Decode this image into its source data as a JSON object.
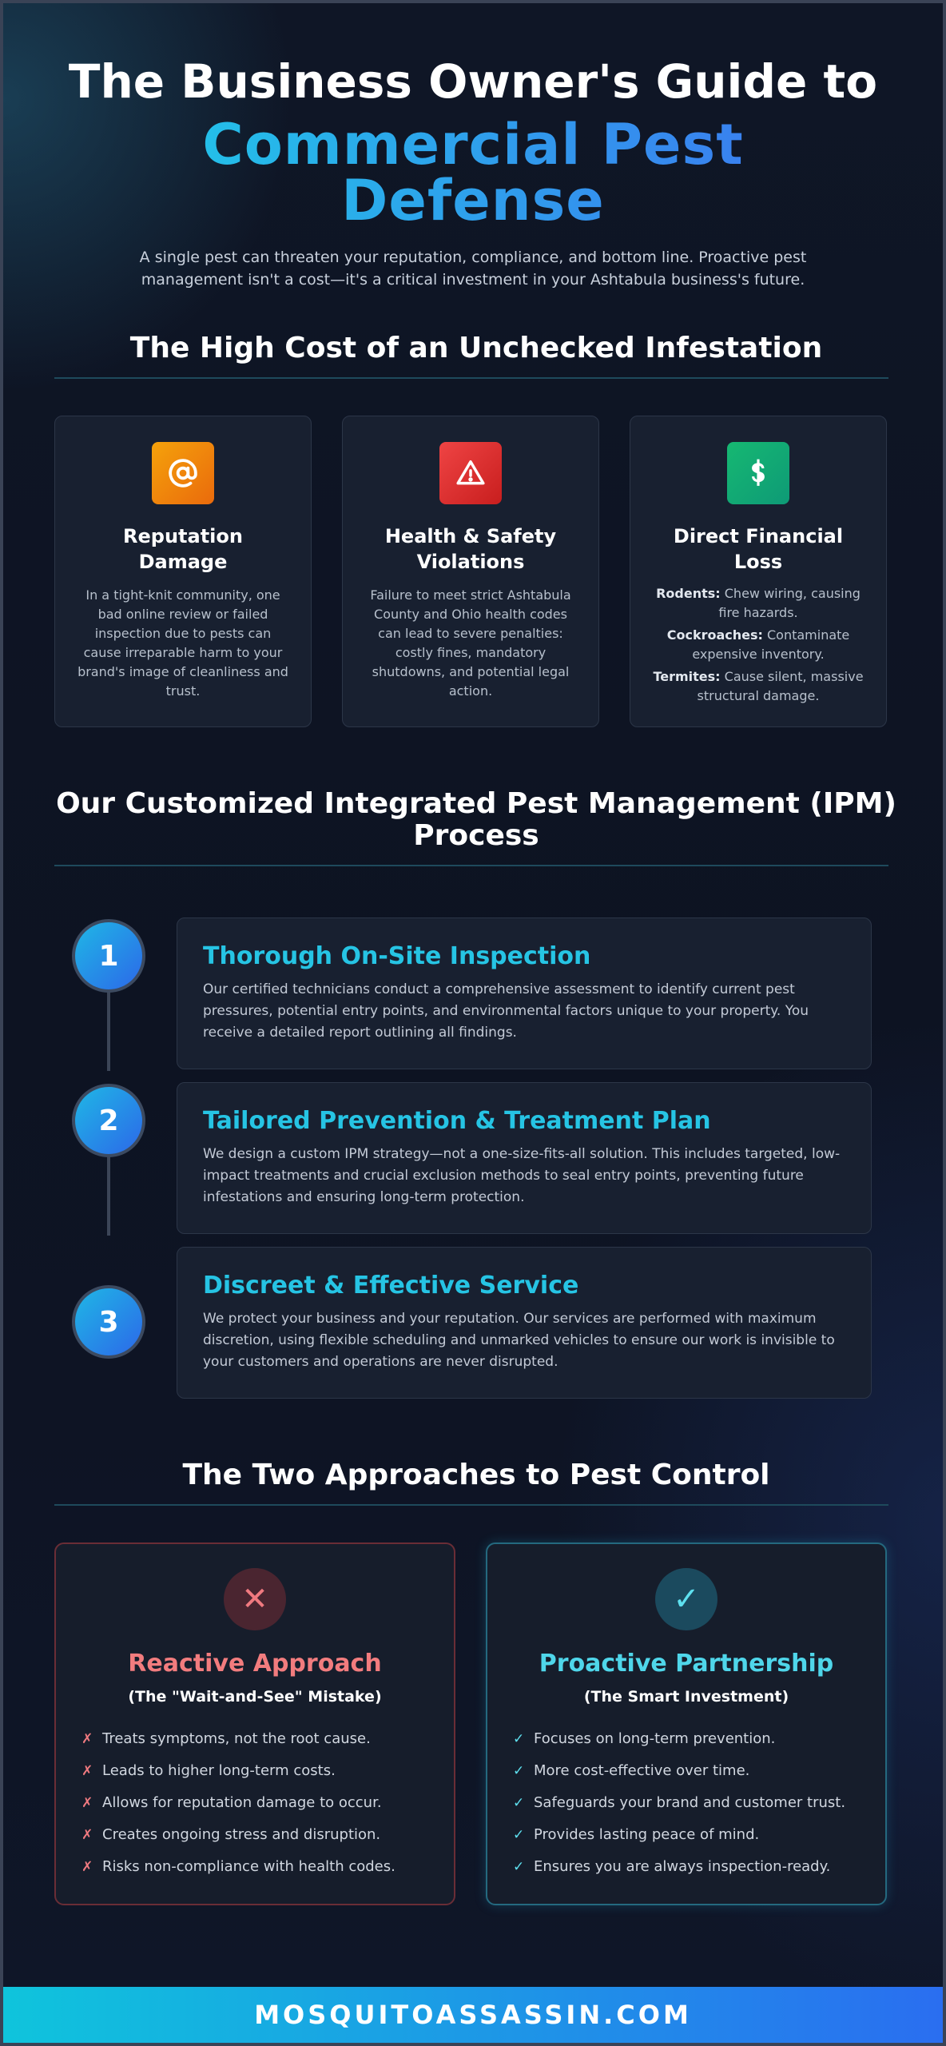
{
  "hero": {
    "title_line1": "The Business Owner's Guide to",
    "title_line2": "Commercial Pest Defense",
    "subtitle": "A single pest can threaten your reputation, compliance, and bottom line. Proactive pest management isn't a cost—it's a critical investment in your Ashtabula business's future."
  },
  "costs": {
    "title": "The High Cost of an Unchecked Infestation",
    "cards": [
      {
        "icon": "at-sign-icon",
        "icon_glyph": "@",
        "color": "#f59e0b",
        "title": "Reputation Damage",
        "text": "In a tight-knit community, one bad online review or failed inspection due to pests can cause irreparable harm to your brand's image of cleanliness and trust."
      },
      {
        "icon": "warning-triangle-icon",
        "icon_glyph": "⚠",
        "color": "#e53e3e",
        "title": "Health & Safety Violations",
        "text": "Failure to meet strict Ashtabula County and Ohio health codes can lead to severe penalties: costly fines, mandatory shutdowns, and potential legal action."
      },
      {
        "icon": "money-icon",
        "icon_glyph": "$",
        "color": "#10b981",
        "title": "Direct Financial Loss",
        "items": [
          {
            "label": "Rodents:",
            "text": "Chew wiring, causing fire hazards."
          },
          {
            "label": "Cockroaches:",
            "text": "Contaminate expensive inventory."
          },
          {
            "label": "Termites:",
            "text": "Cause silent, massive structural damage."
          }
        ]
      }
    ]
  },
  "process": {
    "title": "Our Customized Integrated Pest Management (IPM) Process",
    "steps": [
      {
        "number": "1",
        "title": "Thorough On-Site Inspection",
        "text": "Our certified technicians conduct a comprehensive assessment to identify current pest pressures, potential entry points, and environmental factors unique to your property. You receive a detailed report outlining all findings."
      },
      {
        "number": "2",
        "title": "Tailored Prevention & Treatment Plan",
        "text": "We design a custom IPM strategy—not a one-size-fits-all solution. This includes targeted, low-impact treatments and crucial exclusion methods to seal entry points, preventing future infestations and ensuring long-term protection."
      },
      {
        "number": "3",
        "title": "Discreet & Effective Service",
        "text": "We protect your business and your reputation. Our services are performed with maximum discretion, using flexible scheduling and unmarked vehicles to ensure our work is invisible to your customers and operations are never disrupted."
      }
    ]
  },
  "approaches": {
    "title": "The Two Approaches to Pest Control",
    "reactive": {
      "icon": "x-icon",
      "glyph": "✕",
      "title": "Reactive Approach",
      "subtitle": "(The \"Wait-and-See\" Mistake)",
      "marker": "✗",
      "items": [
        "Treats symptoms, not the root cause.",
        "Leads to higher long-term costs.",
        "Allows for reputation damage to occur.",
        "Creates ongoing stress and disruption.",
        "Risks non-compliance with health codes."
      ]
    },
    "proactive": {
      "icon": "check-icon",
      "glyph": "✓",
      "title": "Proactive Partnership",
      "subtitle": "(The Smart Investment)",
      "marker": "✓",
      "items": [
        "Focuses on long-term prevention.",
        "More cost-effective over time.",
        "Safeguards your brand and customer trust.",
        "Provides lasting peace of mind.",
        "Ensures you are always inspection-ready."
      ]
    }
  },
  "footer": {
    "site": "MOSQUITOASSASSIN.COM"
  }
}
